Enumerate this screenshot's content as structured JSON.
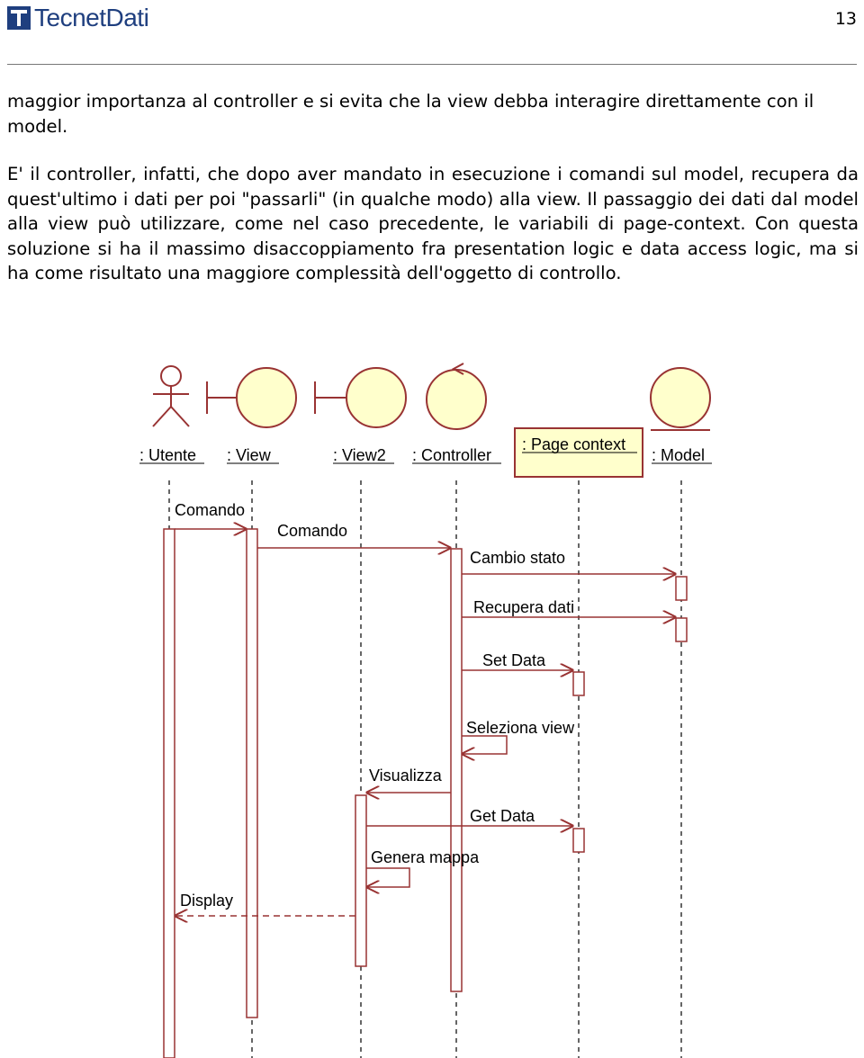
{
  "header": {
    "brand": "TecnetDati",
    "page_number": "13"
  },
  "paragraphs": [
    "maggior importanza al controller e si evita che la view debba interagire direttamente con il model.",
    "E' il controller, infatti, che dopo aver mandato in esecuzione i comandi sul model, recupera da quest'ultimo i dati per poi \"passarli\" (in qualche modo) alla view. Il passaggio dei dati dal model alla view può utilizzare, come nel caso precedente, le variabili di page-context. Con questa soluzione si ha il massimo disaccoppiamento fra presentation logic e data access logic, ma si ha come risultato una maggiore complessità dell'oggetto di controllo."
  ],
  "diagram": {
    "participants": [
      ": Utente",
      ": View",
      ": View2",
      ": Controller",
      ": Page context",
      ": Model"
    ],
    "messages": [
      "Comando",
      "Comando",
      "Cambio stato",
      "Recupera dati",
      "Set Data",
      "Seleziona view",
      "Visualizza",
      "Get Data",
      "Genera mappa",
      "Display"
    ],
    "colors": {
      "object_fill": "#ffffcc",
      "object_stroke": "#993333",
      "line": "#993333",
      "text": "#000000"
    }
  }
}
